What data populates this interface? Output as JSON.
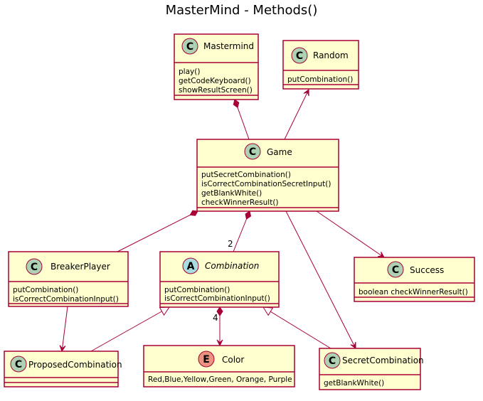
{
  "title": "MasterMind - Methods()",
  "colors": {
    "class_fill": "#FEFECE",
    "border": "#A80036",
    "class_icon": "#ADD1B2",
    "abstract_icon": "#A9DCDF",
    "enum_icon": "#EB937F"
  },
  "classes": {
    "mastermind": {
      "name": "Mastermind",
      "kind": "C",
      "methods": [
        "play()",
        "getCodeKeyboard()",
        "showResultScreen()"
      ]
    },
    "random": {
      "name": "Random",
      "kind": "C",
      "methods": [
        "putCombination()"
      ]
    },
    "game": {
      "name": "Game",
      "kind": "C",
      "methods": [
        "putSecretCombination()",
        "isCorrectCombinationSecretInput()",
        "getBlankWhite()",
        "checkWinnerResult()"
      ]
    },
    "breakerplayer": {
      "name": "BreakerPlayer",
      "kind": "C",
      "methods": [
        "putCombination()",
        "isCorrectCombinationInput()"
      ]
    },
    "combination": {
      "name": "Combination",
      "kind": "A",
      "methods": [
        "putCombination()",
        "isCorrectCombinationInput()"
      ]
    },
    "success": {
      "name": "Success",
      "kind": "C",
      "methods": [
        "boolean checkWinnerResult()"
      ]
    },
    "proposedcombination": {
      "name": "ProposedCombination",
      "kind": "C",
      "methods": []
    },
    "color": {
      "name": "Color",
      "kind": "E",
      "methods": [
        "Red,Blue,Yellow,Green, Orange, Purple"
      ]
    },
    "secretcombination": {
      "name": "SecretCombination",
      "kind": "C",
      "methods": [
        "getBlankWhite()"
      ]
    }
  },
  "multiplicities": {
    "game_combination": "2",
    "combination_color": "4"
  }
}
